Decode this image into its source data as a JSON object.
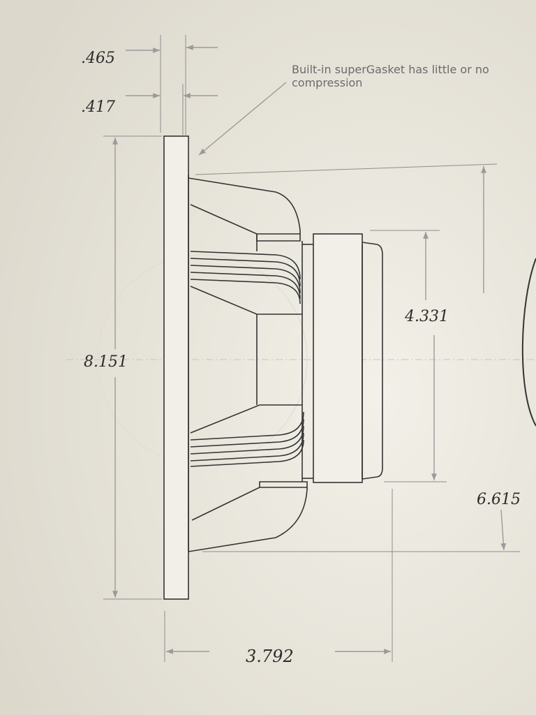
{
  "drawing": {
    "callout": {
      "line1": "Built-in superGasket has little or no",
      "line2": "compression"
    },
    "dimensions": {
      "flange_thickness_outer": ".465",
      "flange_thickness_inner": ".417",
      "overall_height": "8.151",
      "magnet_diameter": "4.331",
      "frame_depth_height": "6.615",
      "overall_depth": "3.792"
    }
  }
}
